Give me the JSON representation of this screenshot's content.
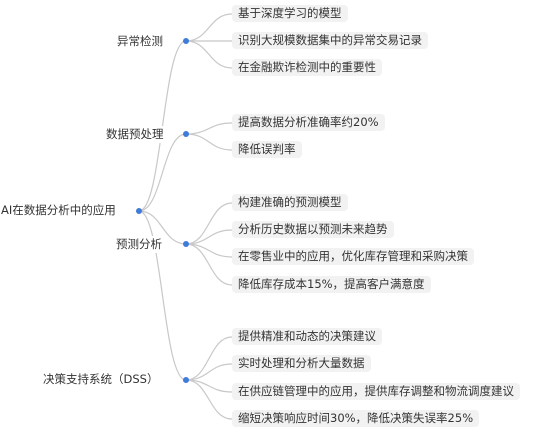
{
  "mindmap": {
    "root": "AI在数据分析中的应用",
    "branches": [
      {
        "label": "异常检测",
        "children": [
          "基于深度学习的模型",
          "识别大规模数据集中的异常交易记录",
          "在金融欺诈检测中的重要性"
        ]
      },
      {
        "label": "数据预处理",
        "children": [
          "提高数据分析准确率约20%",
          "降低误判率"
        ]
      },
      {
        "label": "预测分析",
        "children": [
          "构建准确的预测模型",
          "分析历史数据以预测未来趋势",
          "在零售业中的应用，优化库存管理和采购决策",
          "降低库存成本15%，提高客户满意度"
        ]
      },
      {
        "label": "决策支持系统（DSS）",
        "children": [
          "提供精准和动态的决策建议",
          "实时处理和分析大量数据",
          "在供应链管理中的应用，提供库存调整和物流调度建议",
          "缩短决策响应时间30%，降低决策失误率25%"
        ]
      }
    ],
    "colors": {
      "line": "#c8c8c8",
      "dot": "#3f7bd8",
      "leaf_bg": "#f2f2f2"
    }
  }
}
